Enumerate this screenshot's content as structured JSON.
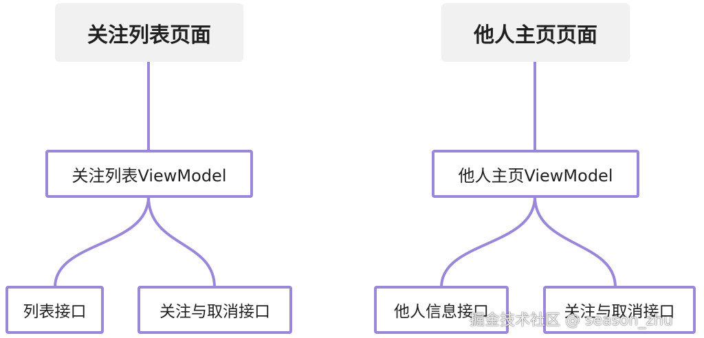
{
  "colors": {
    "connector": "#9b87d7",
    "root_bg": "#f1f1f1",
    "text": "#1f1f1f"
  },
  "trees": [
    {
      "root": "关注列表页面",
      "viewmodel": "关注列表ViewModel",
      "apis": [
        "列表接口",
        "关注与取消接口"
      ]
    },
    {
      "root": "他人主页页面",
      "viewmodel": "他人主页ViewModel",
      "apis": [
        "他人信息接口",
        "关注与取消接口"
      ]
    }
  ],
  "watermark": "掘金技术社区 @ season_zhu"
}
